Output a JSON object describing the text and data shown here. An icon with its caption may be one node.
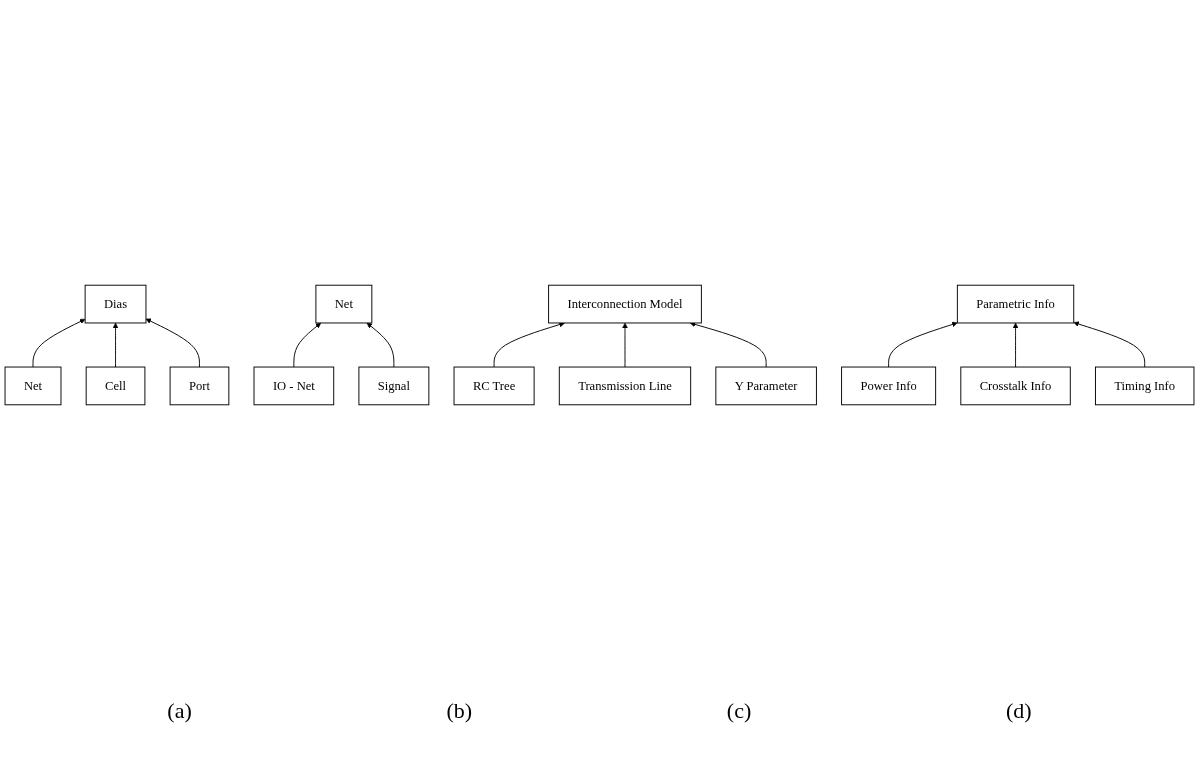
{
  "diagram": {
    "nodes": [
      {
        "text": [
          "Dias"
        ]
      },
      {
        "text": [
          "Net"
        ]
      },
      {
        "text": [
          "Cell"
        ]
      },
      {
        "text": [
          "Port"
        ]
      },
      {
        "text": [
          "Net"
        ]
      },
      {
        "text": [
          "IO - Net"
        ]
      },
      {
        "text": [
          "Signal"
        ]
      },
      {
        "text": [
          "Interconnection Model"
        ]
      },
      {
        "text": [
          "RC Tree"
        ]
      },
      {
        "text": [
          "Transmission Line"
        ]
      },
      {
        "text": [
          "Y Parameter"
        ]
      },
      {
        "text": [
          "Parametric Info"
        ]
      },
      {
        "text": [
          "Power Info"
        ]
      },
      {
        "text": [
          "Crosstalk Info"
        ]
      },
      {
        "text": [
          "Timing Info"
        ]
      }
    ],
    "edges": [
      {
        "from": 1,
        "to": 0,
        "arrow": "to"
      },
      {
        "from": 2,
        "to": 0,
        "arrow": "to"
      },
      {
        "from": 3,
        "to": 0,
        "arrow": "to"
      },
      {
        "from": 5,
        "to": 4,
        "arrow": "to"
      },
      {
        "from": 6,
        "to": 4,
        "arrow": "to"
      },
      {
        "from": 8,
        "to": 7,
        "arrow": "to"
      },
      {
        "from": 9,
        "to": 7,
        "arrow": "to"
      },
      {
        "from": 10,
        "to": 7,
        "arrow": "to"
      },
      {
        "from": 12,
        "to": 11,
        "arrow": "to"
      },
      {
        "from": 13,
        "to": 11,
        "arrow": "to"
      },
      {
        "from": 14,
        "to": 11,
        "arrow": "to"
      }
    ],
    "labels": [
      "(a)",
      "(b)",
      "(c)",
      "(d)"
    ]
  }
}
